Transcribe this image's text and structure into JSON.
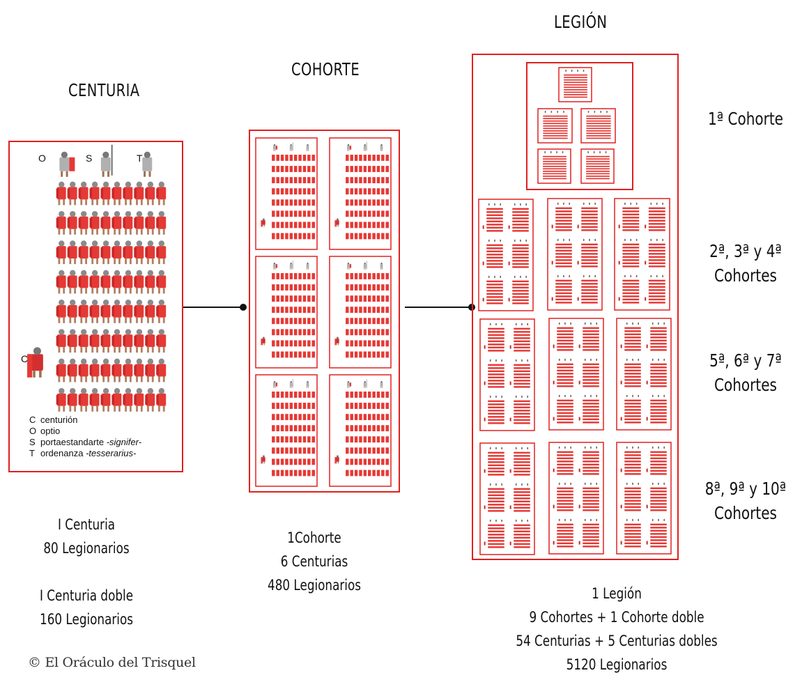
{
  "centuria": {
    "title": "CENTURIA",
    "officer_letters": {
      "o": "O",
      "s": "S",
      "t": "T",
      "c": "C"
    },
    "legend": [
      {
        "key": "C",
        "text": "centurión",
        "italic": ""
      },
      {
        "key": "O",
        "text": "optio",
        "italic": ""
      },
      {
        "key": "S",
        "text": "portaestandarte ",
        "italic": "-signifer-"
      },
      {
        "key": "T",
        "text": "ordenanza ",
        "italic": "-tesserarius-"
      }
    ],
    "caption_lines": [
      "I Centuria",
      "80 Legionarios",
      "",
      "I Centuria doble",
      "160 Legionarios"
    ]
  },
  "cohorte": {
    "title": "COHORTE",
    "caption_lines": [
      "1Cohorte",
      "6 Centurias",
      "480 Legionarios"
    ]
  },
  "legion": {
    "title": "LEGIÓN",
    "labels": [
      {
        "name": "label-cohort-1",
        "lines": [
          "1ª Cohorte"
        ]
      },
      {
        "name": "label-cohorts-2-4",
        "lines": [
          "2ª, 3ª y 4ª",
          "Cohortes"
        ]
      },
      {
        "name": "label-cohorts-5-7",
        "lines": [
          "5ª, 6ª y 7ª",
          "Cohortes"
        ]
      },
      {
        "name": "label-cohorts-8-10",
        "lines": [
          "8ª, 9ª y 10ª",
          "Cohortes"
        ]
      }
    ],
    "caption_lines": [
      "1 Legión",
      "9 Cohortes + 1 Cohorte doble",
      "54 Centurias + 5 Centurias dobles",
      "5120 Legionarios"
    ]
  },
  "copyright": "© El Oráculo del Trisquel",
  "colors": {
    "accent_red": "#e02020",
    "soldier_red": "#e53935",
    "line": "#111111"
  }
}
